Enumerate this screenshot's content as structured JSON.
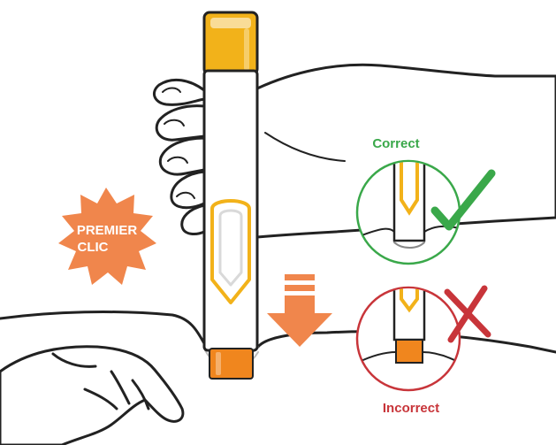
{
  "labels": {
    "first_click": [
      "PREMIER",
      "CLIC"
    ],
    "correct": "Correct",
    "incorrect": "Incorrect"
  },
  "colors": {
    "pen_yellow": "#f2b21a",
    "pen_orange": "#f0861e",
    "burst_orange": "#f0864c",
    "correct_green": "#3aa84a",
    "incorrect_red": "#c8353a",
    "outline": "#222222"
  },
  "icons": {
    "burst": "starburst-icon",
    "arrow": "down-arrow-icon",
    "check": "checkmark-icon",
    "cross": "cross-icon"
  }
}
